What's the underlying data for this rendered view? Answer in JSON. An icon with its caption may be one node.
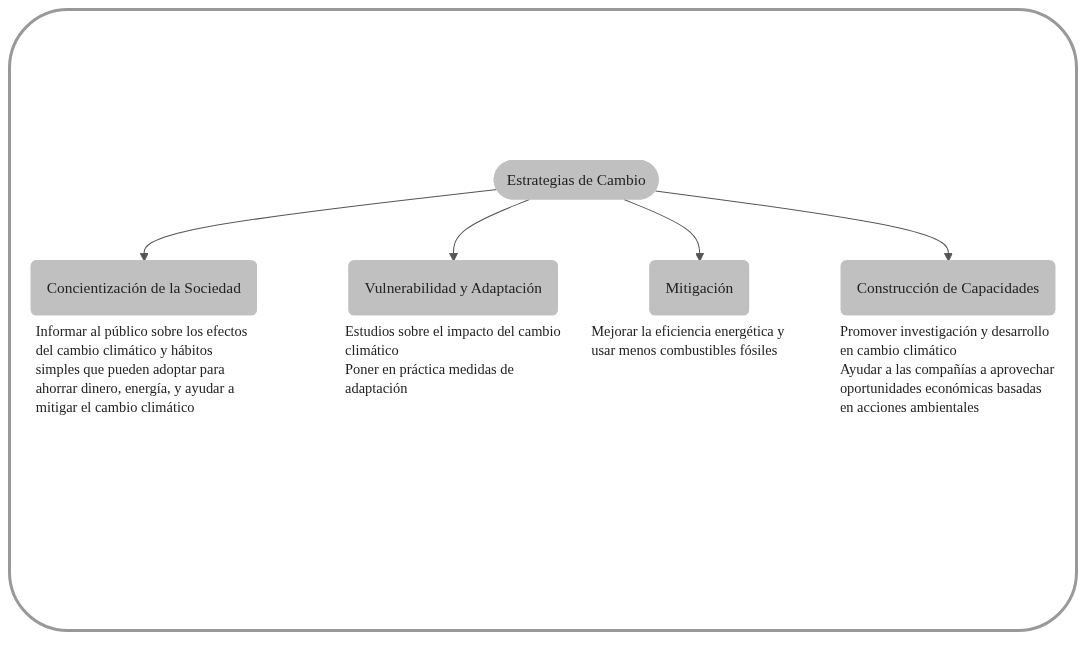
{
  "diagram": {
    "nodes": [
      {
        "text": [
          "Estrategias de Cambio"
        ]
      },
      {
        "text": [
          "Concientización de la Sociedad"
        ],
        "beside": [
          "Informar al público sobre los efectos del cambio climático y hábitos simples que pueden adoptar para ahorrar dinero, energía, y ayudar a mitigar el cambio climático"
        ]
      },
      {
        "text": [
          "Vulnerabilidad y Adaptación"
        ],
        "beside": [
          "Estudios sobre el impacto del cambio climático",
          "Poner en práctica medidas de adaptación"
        ]
      },
      {
        "text": [
          "Mitigación"
        ],
        "beside": [
          "Mejorar la eficiencia energética y usar menos combustibles fósiles"
        ]
      },
      {
        "text": [
          "Construcción de Capacidades"
        ],
        "beside": [
          "Promover investigación y desarrollo en cambio climático",
          "Ayudar a las compañías a aprovechar oportunidades económicas basadas en acciones ambientales"
        ]
      }
    ],
    "edges": [
      {
        "from": 0,
        "to": 1,
        "arrow": "to"
      },
      {
        "from": 0,
        "to": 2,
        "arrow": "to"
      },
      {
        "from": 0,
        "to": 3,
        "arrow": "to"
      },
      {
        "from": 0,
        "to": 4,
        "arrow": "to"
      }
    ]
  }
}
